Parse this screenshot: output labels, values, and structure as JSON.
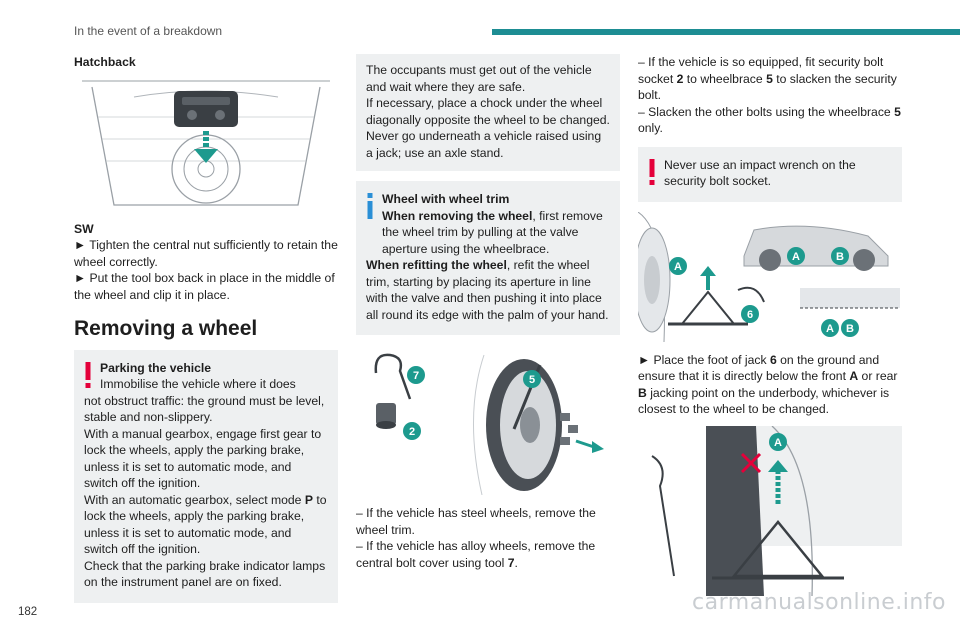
{
  "header": {
    "section": "In the event of a breakdown",
    "accent": "#1d8d93"
  },
  "page_number": "182",
  "watermark": "carmanualsonline.info",
  "col1": {
    "hatchback_label": "Hatchback",
    "sw_label": "SW",
    "sw_step1": "► Tighten the central nut sufficiently to retain the wheel correctly.",
    "sw_step2": "► Put the tool box back in place in the middle of the wheel and clip it in place.",
    "section_title": "Removing a wheel",
    "parking_title": "Parking the vehicle",
    "parking_line1": "Immobilise the vehicle where it does",
    "parking_rest": "not obstruct traffic: the ground must be level, stable and non-slippery.",
    "parking_manual": "With a manual gearbox, engage first gear to lock the wheels, apply the parking brake, unless it is set to automatic mode, and switch off the ignition.",
    "parking_auto_prefix": "With an automatic gearbox, select mode ",
    "parking_auto_mode": "P",
    "parking_auto_suffix": " to lock the wheels, apply the parking brake, unless it is set to automatic mode, and switch off the ignition.",
    "parking_check": "Check that the parking brake indicator lamps on the instrument panel are on fixed."
  },
  "col2": {
    "occupants": "The occupants must get out of the vehicle and wait where they are safe.",
    "chock": "If necessary, place a chock under the wheel diagonally opposite the wheel to be changed.",
    "never": "Never go underneath a vehicle raised using a jack; use an axle stand.",
    "trim_title": "Wheel with wheel trim",
    "trim_removing_bold": "When removing the wheel",
    "trim_removing_text": ", first remove the wheel trim by pulling at the valve aperture using the wheelbrace.",
    "trim_refit_bold": "When refitting the wheel",
    "trim_refit_text": ", refit the wheel trim, starting by placing its aperture in line with the valve and then pushing it into place all round its edge with the palm of your hand.",
    "callout_7": "7",
    "callout_5": "5",
    "callout_2": "2",
    "steel": "– If the vehicle has steel wheels, remove the wheel trim.",
    "alloy_prefix": "– If the vehicle has alloy wheels, remove the central bolt cover using tool ",
    "alloy_tool": "7",
    "alloy_suffix": "."
  },
  "col3": {
    "bolt1_prefix": "– If the vehicle is so equipped, fit security bolt socket ",
    "bolt1_n2": "2",
    "bolt1_mid": " to wheelbrace ",
    "bolt1_n5": "5",
    "bolt1_suffix": " to slacken the security bolt.",
    "bolt2_prefix": "– Slacken the other bolts using the wheelbrace ",
    "bolt2_n5": "5",
    "bolt2_suffix": " only.",
    "impact_warning": "Never use an impact wrench on the security bolt socket.",
    "callout_A": "A",
    "callout_B": "B",
    "callout_6": "6",
    "jack_prefix": "► Place the foot of jack ",
    "jack_n6": "6",
    "jack_mid1": " on the ground and ensure that it is directly below the front ",
    "jack_A": "A",
    "jack_mid2": " or rear ",
    "jack_B": "B",
    "jack_suffix": " jacking point on the underbody, whichever is closest to the wheel to be changed."
  }
}
